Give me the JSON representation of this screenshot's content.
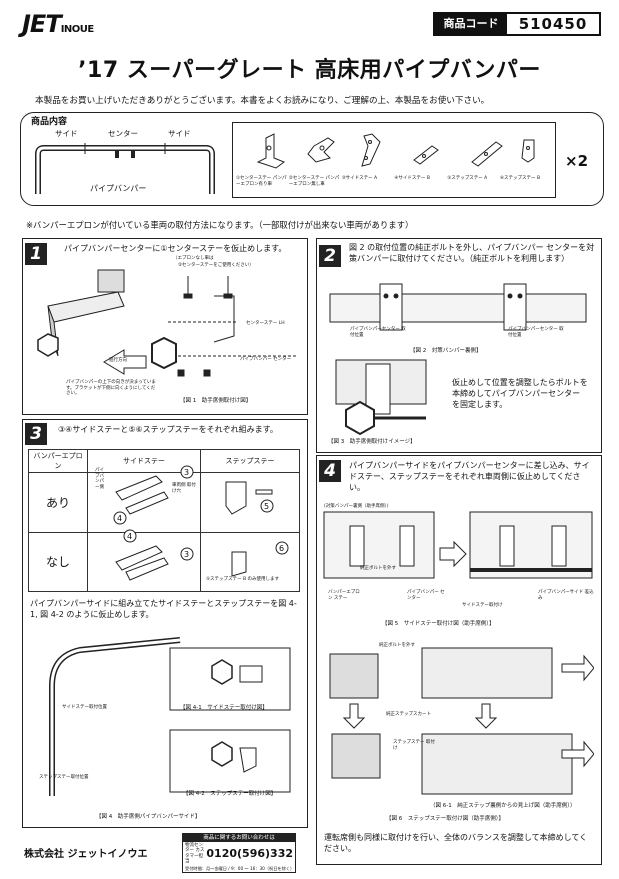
{
  "header": {
    "brand_main": "JET",
    "brand_sub": "INOUE",
    "code_label": "商品コード",
    "code_value": "510450"
  },
  "title": "’17 スーパーグレート 高床用パイプバンパー",
  "intro": "本製品をお買い上げいただきありがとうございます。本書をよくお読みになり、ご理解の上、本製品をお使い下さい。",
  "contents": {
    "heading": "商品内容",
    "side_left": "サイド",
    "center": "センター",
    "side_right": "サイド",
    "product_name": "パイプバンパー",
    "parts": [
      {
        "label": "①センターステー パンパーエプロン有り車"
      },
      {
        "label": "②センターステー パンパーエプロン無し車"
      },
      {
        "label": "③サイドステー A"
      },
      {
        "label": "④サイドステー B"
      },
      {
        "label": "⑤ステップステー A"
      },
      {
        "label": "⑥ステップステー B"
      }
    ],
    "quantity": "×2"
  },
  "notice": "※バンパーエプロンが付いている車両の取付方法になります。（一部取付けが出来ない車両があります）",
  "step1": {
    "num": "1",
    "text": "パイプバンパーセンターに①センターステーを仮止めします。",
    "note1": "（エプロンなし車は",
    "note2": "②センターステーをご使用ください）",
    "label_stay": "センターステー LH",
    "label_center": "パイプバンパー センター",
    "label_dir": "進行方向",
    "body": "パイプバンパーの上下の向きが決まっています。ブラケットが下側に向くようにしてください。",
    "caption": "【図 1　助手席側取付け図】"
  },
  "step2": {
    "num": "2",
    "text": "図 2 の取付位置の純正ボルトを外し、パイプバンパー センターを対策バンパーに取付けてください。（純正ボルトを利用します）",
    "label_a": "パイプバンパーセンター 取付位置",
    "label_b": "パイプバンパーセンター 取付位置",
    "caption2": "【図 2　対策バンパー裏側】",
    "body": "仮止めして位置を調整したらボルトを本締めしてパイプバンパーセンターを固定します。",
    "caption3": "【図 3　助手席側取付けイメージ】"
  },
  "step3": {
    "num": "3",
    "text": "③④サイドステーと⑤⑥ステップステーをそれぞれ組みます。",
    "col1": "バンパーエプロン",
    "col2": "サイドステー",
    "col3": "ステップステー",
    "row1": "あり",
    "row2": "なし",
    "label_vehicle": "車両側 取付け穴",
    "label_pipe": "パイプバンパー側",
    "label_note": "⑤ステップステー B のみ使用します",
    "body": "パイプバンパーサイドに組み立てたサイドステーとステップステーを図 4-1, 図 4-2 のように仮止めします。",
    "label_side": "サイドステー取付位置",
    "label_step": "ステップステー取付位置",
    "caption41": "【図 4-1　サイドステー取付け図】",
    "caption42": "【図 4-2　ステップステー取付け図】",
    "caption4": "【図 4　助手席側パイプバンパーサイド】"
  },
  "step4": {
    "num": "4",
    "text": "パイプバンパーサイドをパイプバンパーセンターに差し込み、サイドステー、ステップステーをそれぞれ車両側に仮止めしてください。",
    "label_back": "(対策バンパー裏側（助手席側）)",
    "label_bolt": "純正ボルトを外す",
    "label_apron": "バンパーエプロン ステー",
    "label_center": "パイプバンパー センター",
    "label_side_attach": "サイドステー取付け",
    "label_insert": "パイプバンパーサイド 差込み",
    "caption5": "【図 5　サイドステー取付け図（助手席側）】",
    "label_bolt2": "純正ボルトを外す",
    "label_skirt": "純正ステップスカート",
    "label_step_attach": "ステップステー 取付け",
    "caption61": "（図 6-1　純正ステップ裏側からの見上げ図（助手席側））",
    "caption6": "【図 6　ステップステー取付け図（助手席側）】",
    "body": "運転席側も同様に取付けを行い、全体のバランスを調整して本締めしてください。"
  },
  "footer": {
    "company": "株式会社 ジェットイノウエ",
    "contact_title": "商品に関するお問い合わせは",
    "center_label": "物流センター カスタマー担当",
    "phone": "0120(596)332",
    "hours": "受付時間：月〜金曜日 / 9：00 〜 16：30（祝日を除く）"
  }
}
